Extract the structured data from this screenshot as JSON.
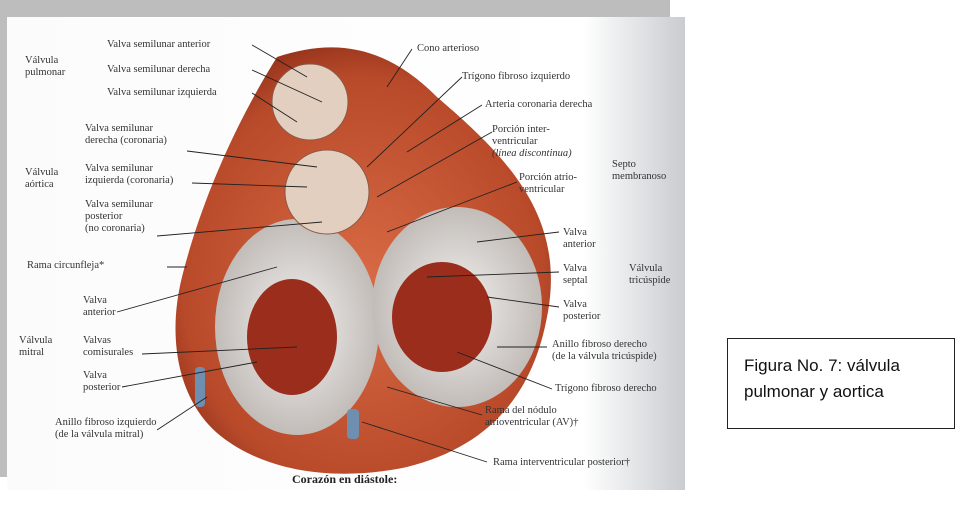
{
  "figure_caption": {
    "line1": "Figura No. 7: válvula",
    "line2": "pulmonar  y aortica"
  },
  "plate_caption": "Corazón en diástole:",
  "labels": {
    "valvula_pulmonar": [
      "Válvula",
      "pulmonar"
    ],
    "valva_semilunar_anterior": "Valva semilunar anterior",
    "valva_semilunar_derecha": "Valva semilunar derecha",
    "valva_semilunar_izquierda": "Valva semilunar izquierda",
    "valvula_aortica": [
      "Válvula",
      "aórtica"
    ],
    "aortica_derecha": [
      "Valva semilunar",
      "derecha (coronaria)"
    ],
    "aortica_izquierda": [
      "Valva semilunar",
      "izquierda (coronaria)"
    ],
    "aortica_posterior": [
      "Valva semilunar",
      "posterior",
      "(no coronaria)"
    ],
    "rama_circunfleja": "Rama circunfleja*",
    "valvula_mitral": [
      "Válvula",
      "mitral"
    ],
    "mitral_anterior": [
      "Valva",
      "anterior"
    ],
    "mitral_comisurales": [
      "Valvas",
      "comisurales"
    ],
    "mitral_posterior": [
      "Valva",
      "posterior"
    ],
    "anillo_izquierdo": [
      "Anillo fibroso izquierdo",
      "(de la válvula mitral)"
    ],
    "cono_arterioso": "Cono arterioso",
    "trigono_izquierdo": "Trígono fibroso izquierdo",
    "arteria_coronaria_derecha": "Arteria coronaria derecha",
    "porcion_interventricular": [
      "Porción inter-",
      "ventricular",
      "(línea discontinua)"
    ],
    "septo_membranoso": [
      "Septo",
      "membranoso"
    ],
    "porcion_atrioventricular": [
      "Porción atrio-",
      "ventricular"
    ],
    "tric_anterior": [
      "Valva",
      "anterior"
    ],
    "tric_septal": [
      "Valva",
      "septal"
    ],
    "tric_posterior": [
      "Valva",
      "posterior"
    ],
    "valvula_tricuspide": [
      "Válvula",
      "tricúspide"
    ],
    "anillo_derecho": [
      "Anillo fibroso derecho",
      "(de la válvula tricúspide)"
    ],
    "trigono_derecho": "Trígono fibroso derecho",
    "rama_nodulo": [
      "Rama del nódulo",
      "atrioventricular (AV)†"
    ],
    "rama_interventricular_posterior": "Rama interventricular posterior†"
  },
  "colors": {
    "muscle": "#b94a2c",
    "valve": "#e6e4e2",
    "border": "#222222"
  }
}
